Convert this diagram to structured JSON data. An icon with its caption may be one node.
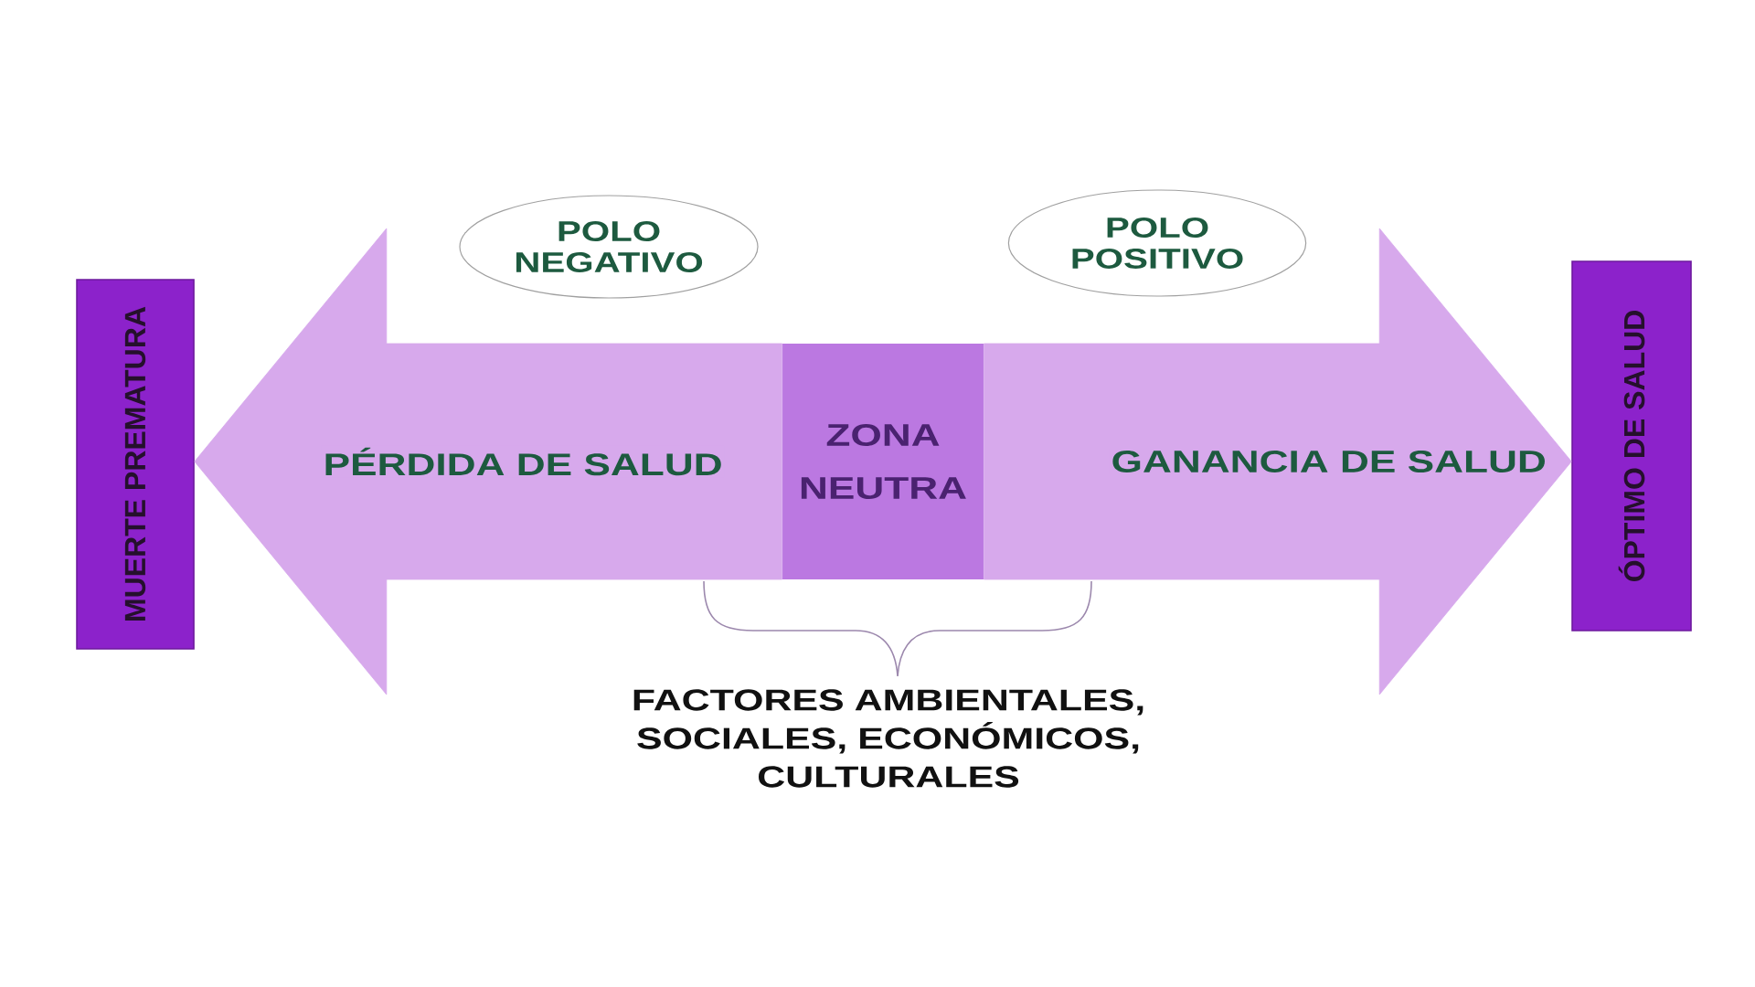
{
  "diagram": {
    "nodes": [
      {
        "text": [
          "MUERTE PREMATURA"
        ]
      },
      {
        "text": [
          "POLO NEGATIVO"
        ]
      },
      {
        "text": [
          "POLO POSITIVO"
        ]
      },
      {
        "text": [
          "ZONA NEUTRA"
        ]
      },
      {
        "text": [
          "ÓPTIMO DE SALUD"
        ]
      }
    ],
    "edges": [
      {
        "from": 3,
        "to": 0,
        "arrow": "to",
        "label": "PÉRDIDA DE SALUD"
      },
      {
        "from": 3,
        "to": 4,
        "arrow": "to",
        "label": "GANANCIA DE SALUD"
      }
    ],
    "labels": [
      "FACTORES AMBIENTALES, SOCIALES, ECONÓMICOS, CULTURALES"
    ]
  }
}
